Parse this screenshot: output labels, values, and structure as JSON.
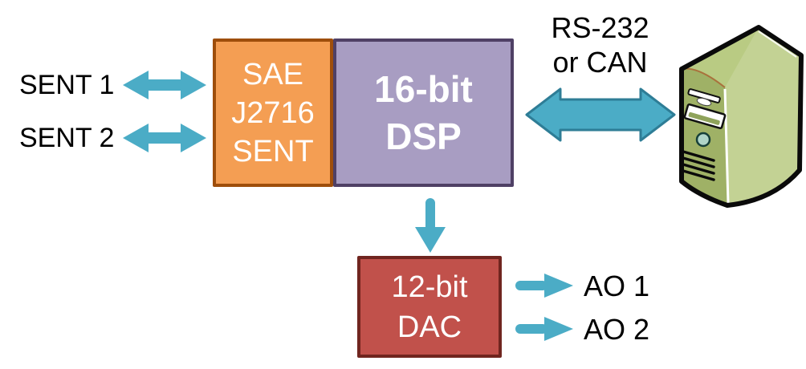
{
  "diagram": {
    "inputs": [
      {
        "label": "SENT 1"
      },
      {
        "label": "SENT 2"
      }
    ],
    "blocks": {
      "sent_interface": {
        "lines": [
          "SAE",
          "J2716",
          "SENT"
        ]
      },
      "dsp": {
        "lines": [
          "16-bit",
          "DSP"
        ]
      },
      "dac": {
        "lines": [
          "12-bit",
          "DAC"
        ]
      }
    },
    "bus_label": {
      "line1": "RS-232",
      "line2": "or CAN"
    },
    "outputs": [
      {
        "label": "AO 1"
      },
      {
        "label": "AO 2"
      }
    ],
    "icons": {
      "computer": "computer-tower-icon",
      "bidirectional_arrow": "double-headed-arrow-icon",
      "down_arrow": "down-arrow-icon",
      "right_arrow": "right-arrow-icon"
    },
    "colors": {
      "arrow_teal": "#4BACC6",
      "big_arrow_outline": "#2E7D96",
      "sent_block_fill": "#F49E53",
      "sent_block_border": "#9E4E0B",
      "dsp_block_fill": "#A89DC2",
      "dsp_block_border": "#4F4065",
      "dac_block_fill": "#C1514B",
      "dac_block_border": "#70251F",
      "computer_front": "#9FB166",
      "computer_side": "#C3D294",
      "computer_top": "#B9CB83",
      "text_black": "#000000",
      "text_white": "#FFFFFF"
    }
  }
}
